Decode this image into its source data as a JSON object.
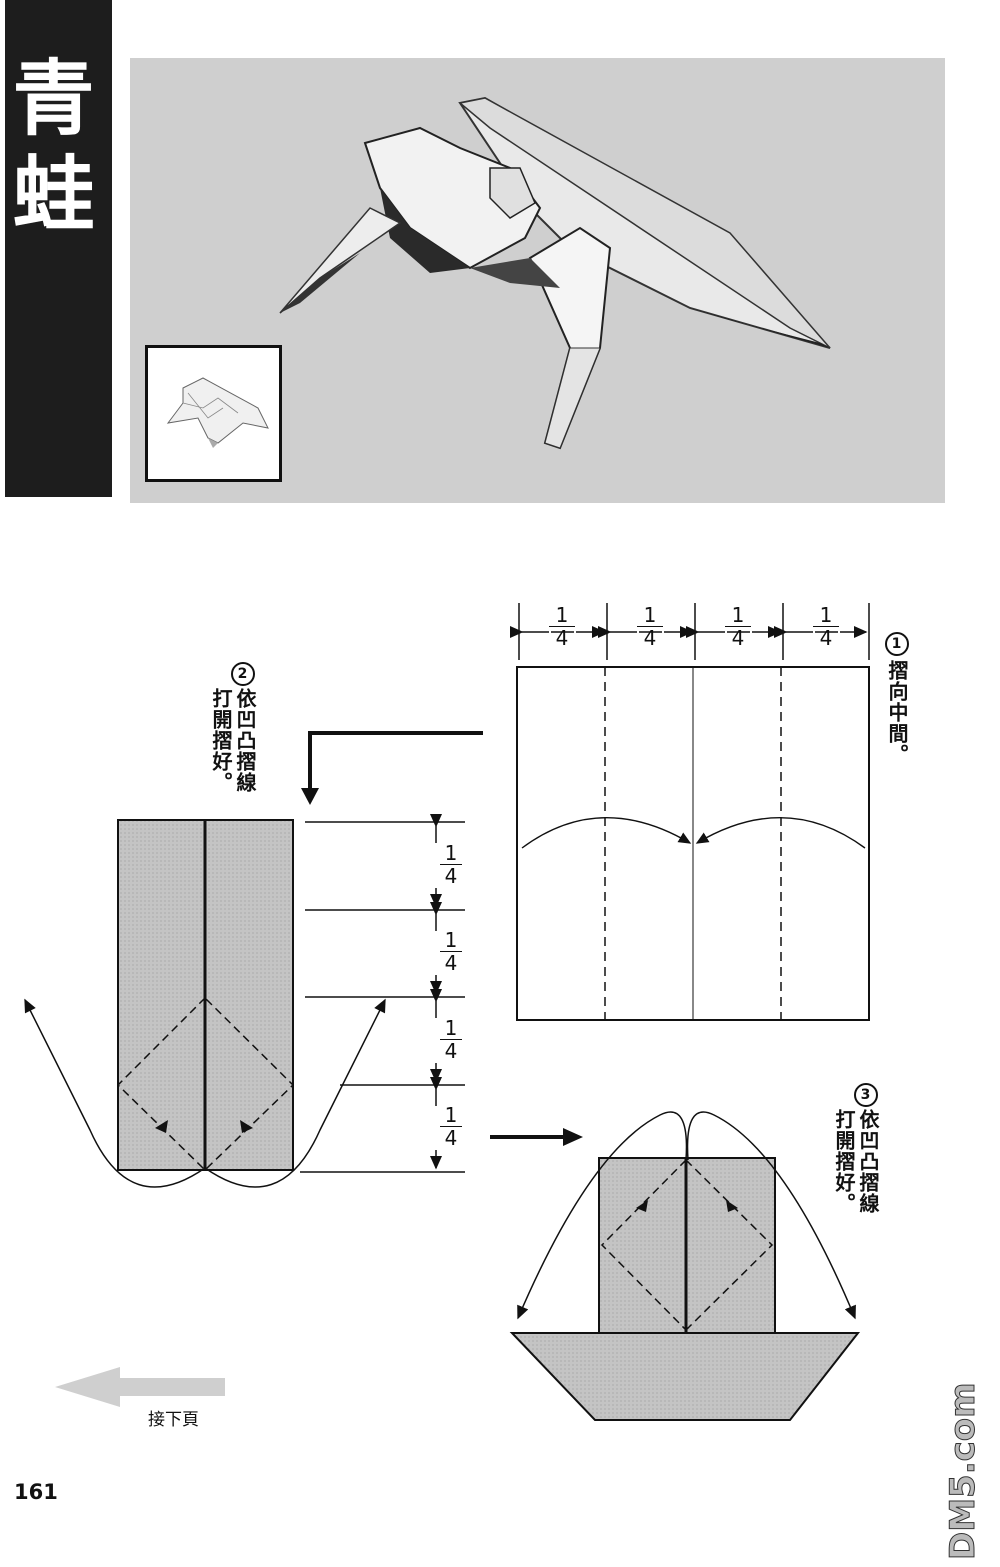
{
  "title": {
    "char1": "青",
    "char2": "蛙"
  },
  "photo": {
    "subject": "origami frog"
  },
  "steps": [
    {
      "number": "1",
      "text": "摺向中間。"
    },
    {
      "number": "2",
      "text": "依凹凸摺線打開摺好。"
    },
    {
      "number": "3",
      "text": "依凹凸摺線打開摺好。"
    }
  ],
  "fractions": {
    "top": {
      "numerator": "1",
      "denominator": "4"
    },
    "side": {
      "numerator": "1",
      "denominator": "4"
    }
  },
  "next_page": "接下頁",
  "page_number": "161",
  "watermark": "DM5.com",
  "colors": {
    "dark_bar": "#1d1d1d",
    "photo_bg": "#cfcfcf",
    "paper_gray": "#c8c8c8",
    "next_arrow": "#cfcfcf"
  }
}
